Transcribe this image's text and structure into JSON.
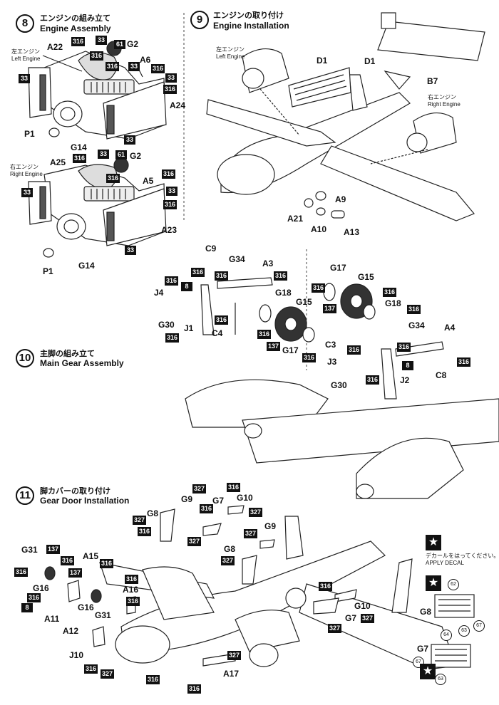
{
  "steps": [
    {
      "num": "8",
      "jp": "エンジンの組み立て",
      "en": "Engine Assembly"
    },
    {
      "num": "9",
      "jp": "エンジンの取り付け",
      "en": "Engine Installation"
    },
    {
      "num": "10",
      "jp": "主脚の組み立て",
      "en": "Main Gear Assembly"
    },
    {
      "num": "11",
      "jp": "脚カバーの取り付け",
      "en": "Gear Door Installation"
    }
  ],
  "side_labels": {
    "left_engine_jp": "左エンジン",
    "left_engine_en": "Left Engine",
    "right_engine_jp": "右エンジン",
    "right_engine_en": "Right Engine"
  },
  "decal_note": {
    "jp": "デカールをはってください。",
    "en": "APPLY DECAL",
    "star": "★"
  },
  "parts": {
    "a22": "A22",
    "g2": "G2",
    "a6": "A6",
    "a24": "A24",
    "p1": "P1",
    "g14": "G14",
    "a25": "A25",
    "a5": "A5",
    "a23": "A23",
    "d1": "D1",
    "b7": "B7",
    "a9": "A9",
    "a21": "A21",
    "a10": "A10",
    "a13": "A13",
    "c9": "C9",
    "g34": "G34",
    "a3": "A3",
    "j4": "J4",
    "g18": "G18",
    "g15": "G15",
    "j1": "J1",
    "g30": "G30",
    "c4": "C4",
    "g17": "G17",
    "a4": "A4",
    "c3": "C3",
    "c8": "C8",
    "j3": "J3",
    "j2": "J2",
    "g9": "G9",
    "g7": "G7",
    "g10": "G10",
    "g8": "G8",
    "g31": "G31",
    "a15": "A15",
    "g16": "G16",
    "a16": "A16",
    "a11": "A11",
    "a12": "A12",
    "j10": "J10",
    "a17": "A17"
  },
  "paints": {
    "c316": "316",
    "c33": "33",
    "c61": "61",
    "c137": "137",
    "c8": "8",
    "c327": "327"
  },
  "decals": {
    "d62": "62",
    "d63": "63",
    "d64": "64",
    "d67": "67"
  }
}
